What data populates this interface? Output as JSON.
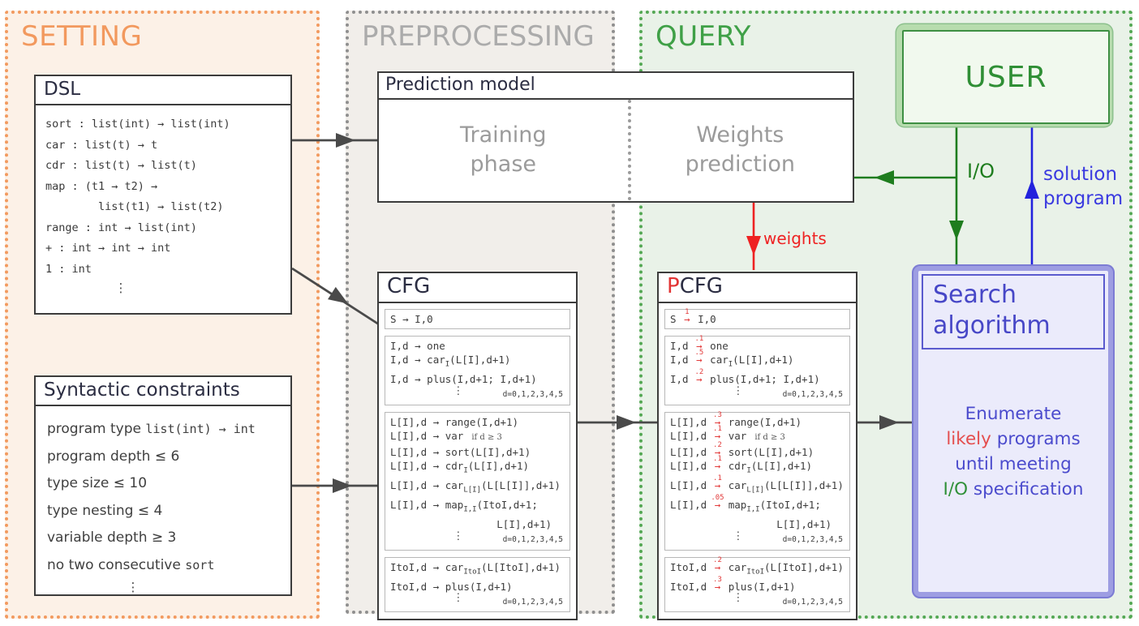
{
  "colors": {
    "setting_accent": "#f2995e",
    "preprocessing_accent": "#ababab",
    "query_accent": "#3fa047",
    "box_border": "#3c3c3c",
    "arrow_dark": "#4a4a4a",
    "arrow_red": "#ee2222",
    "arrow_green": "#1e7d1e",
    "arrow_blue": "#2222dd",
    "search_blue": "#4b4bcd",
    "user_green": "#2f8f35"
  },
  "panels": {
    "setting": {
      "label": "SETTING"
    },
    "preprocessing": {
      "label": "PREPROCESSING"
    },
    "query": {
      "label": "QUERY"
    }
  },
  "dsl": {
    "title": "DSL",
    "lines": [
      "sort : list(int) → list(int)",
      "car : list(t) → t",
      "cdr : list(t) → list(t)",
      "map : (t1 → t2) →",
      "        list(t1) → list(t2)",
      "range : int → list(int)",
      "+ : int → int → int",
      "1 : int"
    ],
    "vdots": "⋮"
  },
  "constraints": {
    "title": "Syntactic constraints",
    "lines": [
      "program type `list(int) → int`",
      "program depth ≤ 6",
      "type size ≤ 10",
      "type nesting ≤ 4",
      "variable depth ≥ 3",
      "no two consecutive `sort`"
    ],
    "vdots": "⋮"
  },
  "prediction_model": {
    "title": "Prediction model",
    "left_lines": [
      "Training",
      "phase"
    ],
    "right_lines": [
      "Weights",
      "prediction"
    ]
  },
  "cfg": {
    "title_red": "",
    "title_rest": "CFG",
    "sections": [
      {
        "rules": [
          {
            "lhs": "S",
            "rhs": "I,0"
          }
        ]
      },
      {
        "rules": [
          {
            "lhs": "I,d",
            "rhs": "one"
          },
          {
            "lhs": "I,d",
            "rhs": "car~I~(L[I],d+1)"
          },
          {
            "lhs": "I,d",
            "rhs": "plus(I,d+1; I,d+1)"
          }
        ],
        "vdots": "⋮",
        "footer": "d=0,1,2,3,4,5"
      },
      {
        "rules": [
          {
            "lhs": "L[I],d",
            "rhs": "range(I,d+1)"
          },
          {
            "lhs": "L[I],d",
            "rhs": "var",
            "cond": "if d ≥ 3"
          },
          {
            "lhs": "L[I],d",
            "rhs": "sort(L[I],d+1)"
          },
          {
            "lhs": "L[I],d",
            "rhs": "cdr~I~(L[I],d+1)"
          },
          {
            "lhs": "L[I],d",
            "rhs": "car~L[I]~(L[L[I]],d+1)"
          },
          {
            "lhs": "L[I],d",
            "rhs": "map~I,I~(ItoI,d+1;"
          },
          {
            "cont": "L[I],d+1)"
          }
        ],
        "vdots": "⋮",
        "footer": "d=0,1,2,3,4,5"
      },
      {
        "rules": [
          {
            "lhs": "ItoI,d",
            "rhs": "car~ItoI~(L[ItoI],d+1)"
          },
          {
            "lhs": "ItoI,d",
            "rhs": "plus(I,d+1)"
          }
        ],
        "vdots": "⋮",
        "footer": "d=0,1,2,3,4,5"
      }
    ]
  },
  "pcfg": {
    "title_red": "P",
    "title_rest": "CFG",
    "sections": [
      {
        "rules": [
          {
            "lhs": "S",
            "prob": "1",
            "rhs": "I,0"
          }
        ]
      },
      {
        "rules": [
          {
            "lhs": "I,d",
            "prob": ".1",
            "rhs": "one"
          },
          {
            "lhs": "I,d",
            "prob": ".5",
            "rhs": "car~I~(L[I],d+1)"
          },
          {
            "lhs": "I,d",
            "prob": ".2",
            "rhs": "plus(I,d+1; I,d+1)"
          }
        ],
        "vdots": "⋮",
        "footer": "d=0,1,2,3,4,5"
      },
      {
        "rules": [
          {
            "lhs": "L[I],d",
            "prob": ".3",
            "rhs": "range(I,d+1)"
          },
          {
            "lhs": "L[I],d",
            "prob": ".1",
            "rhs": "var",
            "cond": "if d ≥ 3"
          },
          {
            "lhs": "L[I],d",
            "prob": ".2",
            "rhs": "sort(L[I],d+1)"
          },
          {
            "lhs": "L[I],d",
            "prob": ".1",
            "rhs": "cdr~I~(L[I],d+1)"
          },
          {
            "lhs": "L[I],d",
            "prob": ".1",
            "rhs": "car~L[I]~(L[L[I]],d+1)"
          },
          {
            "lhs": "L[I],d",
            "prob": ".05",
            "rhs": "map~I,I~(ItoI,d+1;"
          },
          {
            "cont": "L[I],d+1)"
          }
        ],
        "vdots": "⋮",
        "footer": "d=0,1,2,3,4,5"
      },
      {
        "rules": [
          {
            "lhs": "ItoI,d",
            "prob": ".2",
            "rhs": "car~ItoI~(L[ItoI],d+1)"
          },
          {
            "lhs": "ItoI,d",
            "prob": ".3",
            "rhs": "plus(I,d+1)"
          }
        ],
        "vdots": "⋮",
        "footer": "d=0,1,2,3,4,5"
      }
    ]
  },
  "user": {
    "label": "USER"
  },
  "search": {
    "title": "Search algorithm",
    "body": [
      [
        {
          "t": "Enumerate",
          "c": "b"
        }
      ],
      [
        {
          "t": "likely",
          "c": "r"
        },
        {
          "t": " programs",
          "c": "b"
        }
      ],
      [
        {
          "t": "until meeting",
          "c": "b"
        }
      ],
      [
        {
          "t": "I/O",
          "c": "g"
        },
        {
          "t": " specification",
          "c": "b"
        }
      ]
    ]
  },
  "edge_labels": {
    "weights": "weights",
    "io": "I/O",
    "solution_lines": [
      "solution",
      "program"
    ]
  }
}
